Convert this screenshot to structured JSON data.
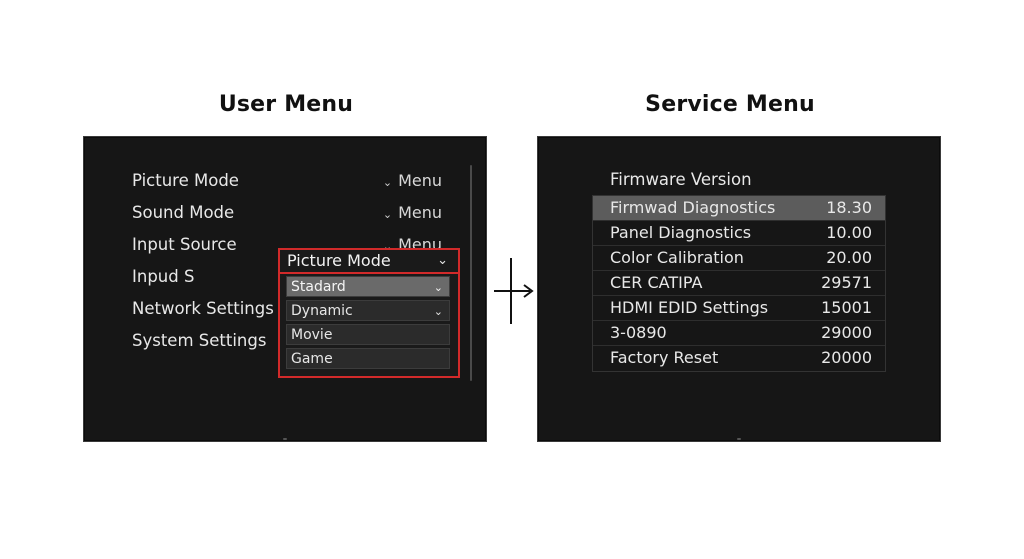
{
  "headings": {
    "user_menu": "User Menu",
    "service_menu": "Service Menu"
  },
  "user_menu": {
    "items": [
      {
        "label": "Picture Mode",
        "value": "Menu"
      },
      {
        "label": "Sound Mode",
        "value": "Menu"
      },
      {
        "label": "Input Source",
        "value": "Menu"
      },
      {
        "label": "Inpud S",
        "value": ""
      },
      {
        "label": "Network Settings",
        "value": ""
      },
      {
        "label": "System Settings",
        "value": ""
      }
    ],
    "dropdown": {
      "header": "Picture Mode",
      "options": [
        "Stadard",
        "Dynamic",
        "Movie",
        "Game"
      ],
      "selected_index": 0
    }
  },
  "service_menu": {
    "title": "Firmware Version",
    "rows": [
      {
        "label": "Firmwad Diagnostics",
        "value": "18.30"
      },
      {
        "label": "Panel Diagnostics",
        "value": "10.00"
      },
      {
        "label": "Color Calibration",
        "value": "20.00"
      },
      {
        "label": "CER CATIPA",
        "value": "29571"
      },
      {
        "label": "HDMI EDID Settings",
        "value": "15001"
      },
      {
        "label": "3-0890",
        "value": "29000"
      },
      {
        "label": "Factory Reset",
        "value": "20000"
      }
    ],
    "highlighted_index": 0
  },
  "colors": {
    "screen_bg": "#161616",
    "highlight_border": "#d22a2a",
    "selected_row": "#5c5c5c"
  },
  "icons": {
    "value_chevron": "chevron-down-icon",
    "connector": "plus-arrow-icon"
  }
}
